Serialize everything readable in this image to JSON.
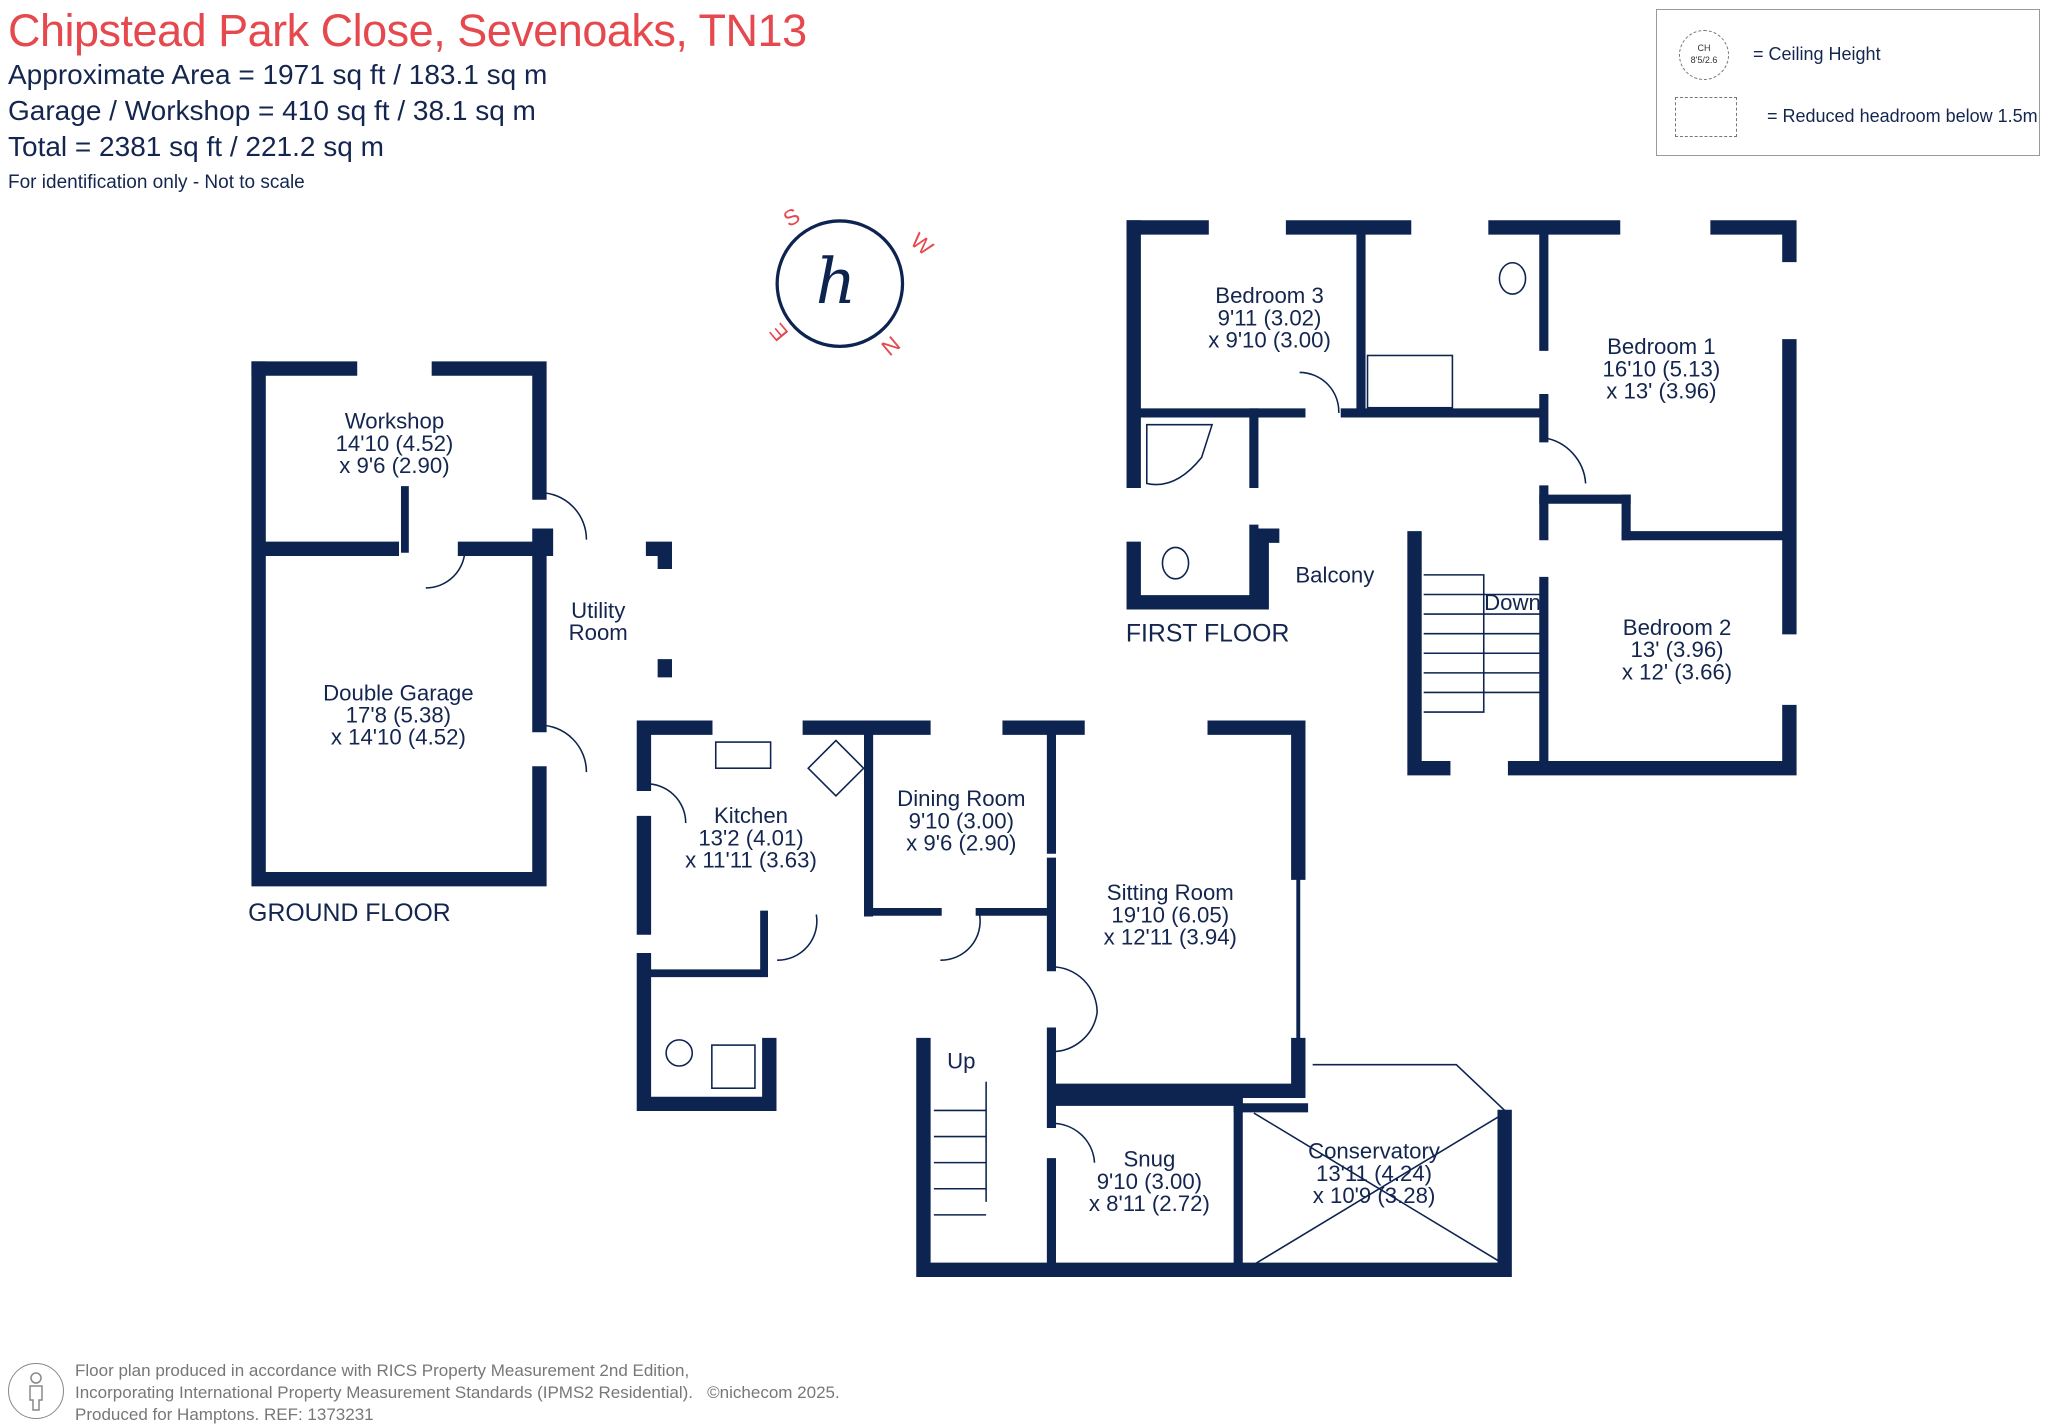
{
  "header": {
    "title": "Chipstead Park Close, Sevenoaks, TN13",
    "approx_area": "Approximate Area = 1971  sq ft / 183.1  sq m",
    "garage_area": "Garage / Workshop = 410 sq ft / 38.1  sq m",
    "total_area": "Total = 2381 sq ft / 221.2 sq m",
    "disclaimer": "For identification only - Not to scale"
  },
  "legend": {
    "ch_symbol": "CH",
    "ch_example": "8'5/2.6",
    "ceiling_height": "= Ceiling Height",
    "reduced_headroom": "= Reduced headroom below 1.5m"
  },
  "compass": {
    "s": "S",
    "w": "W",
    "n": "N",
    "e": "E",
    "logo": "h"
  },
  "floors": {
    "ground": "GROUND FLOOR",
    "first": "FIRST FLOOR"
  },
  "rooms": {
    "workshop": {
      "name": "Workshop",
      "dim1": "14'10 (4.52)",
      "dim2": "x 9'6 (2.90)"
    },
    "garage": {
      "name": "Double Garage",
      "dim1": "17'8 (5.38)",
      "dim2": "x 14'10 (4.52)"
    },
    "utility": {
      "name": "Utility",
      "name2": "Room"
    },
    "kitchen": {
      "name": "Kitchen",
      "dim1": "13'2 (4.01)",
      "dim2": "x 11'11 (3.63)"
    },
    "dining": {
      "name": "Dining Room",
      "dim1": "9'10 (3.00)",
      "dim2": "x 9'6 (2.90)"
    },
    "sitting": {
      "name": "Sitting Room",
      "dim1": "19'10 (6.05)",
      "dim2": "x 12'11 (3.94)"
    },
    "snug": {
      "name": "Snug",
      "dim1": "9'10 (3.00)",
      "dim2": "x 8'11 (2.72)"
    },
    "conservatory": {
      "name": "Conservatory",
      "dim1": "13'11 (4.24)",
      "dim2": "x 10'9 (3.28)"
    },
    "bedroom3": {
      "name": "Bedroom 3",
      "dim1": "9'11 (3.02)",
      "dim2": "x 9'10 (3.00)"
    },
    "bedroom1": {
      "name": "Bedroom 1",
      "dim1": "16'10 (5.13)",
      "dim2": "x 13' (3.96)"
    },
    "bedroom2": {
      "name": "Bedroom 2",
      "dim1": "13' (3.96)",
      "dim2": "x 12' (3.66)"
    },
    "balcony": {
      "name": "Balcony"
    }
  },
  "stairs": {
    "up": "Up",
    "down": "Down"
  },
  "footer": {
    "line1": "Floor plan produced in accordance with RICS Property Measurement 2nd Edition,",
    "line2": "Incorporating International Property Measurement Standards (IPMS2 Residential).",
    "copyright": "©nichecom 2025.",
    "line3": "Produced for Hamptons.   REF:  1373231"
  },
  "colors": {
    "title": "#e5484d",
    "wall": "#0d2350",
    "text": "#14264f"
  }
}
